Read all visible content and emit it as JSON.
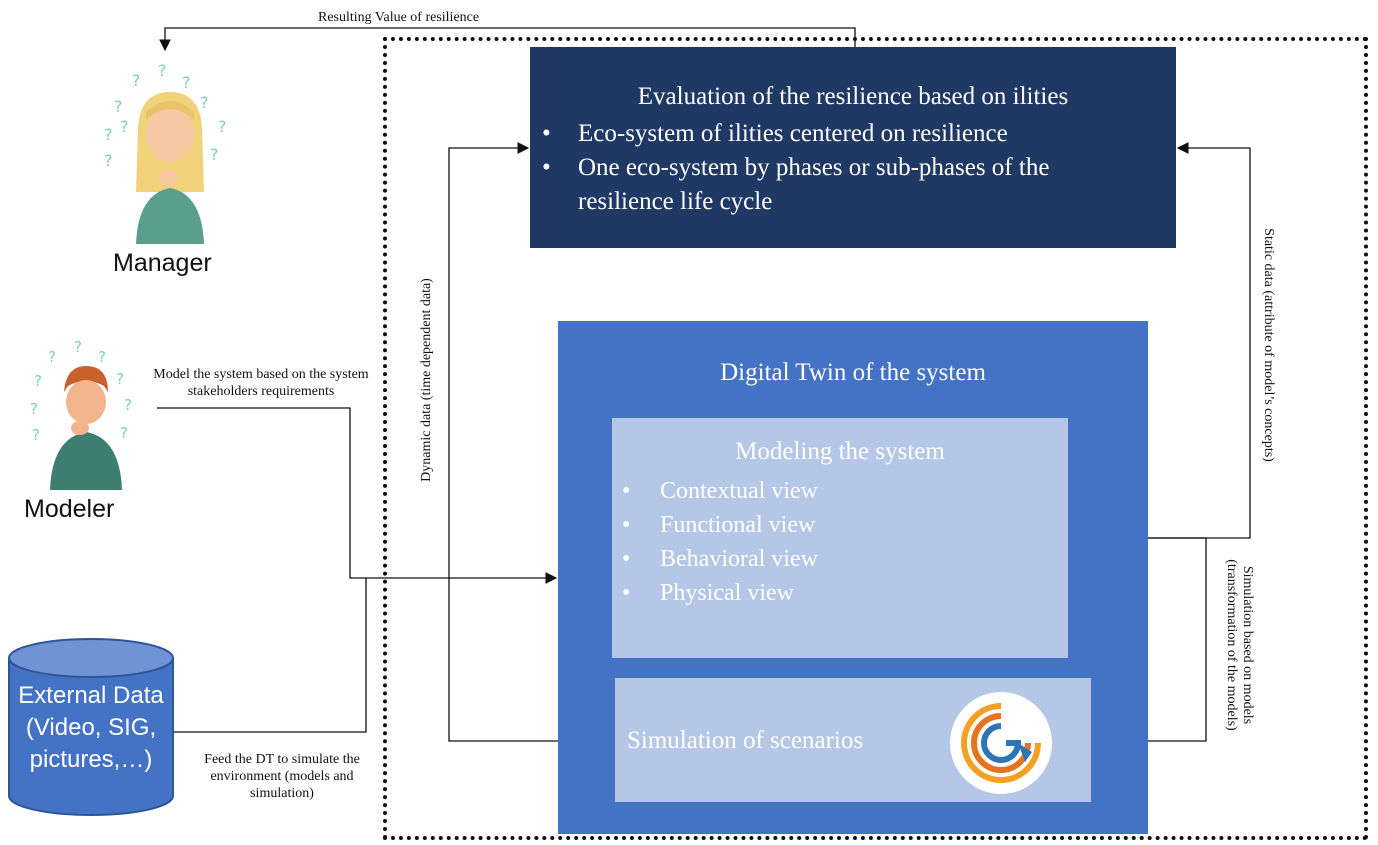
{
  "labels": {
    "resulting_value": "Resulting Value of resilience",
    "model_system": "Model the system based on  the system stakeholders requirements",
    "feed_dt": "Feed the DT to simulate the environment (models and simulation)",
    "dynamic_data": "Dynamic data (time dependent data)",
    "static_data": "Static data (attribute of model’s concepts)",
    "simulation_models": "Simulation based on models (transformation of the models)"
  },
  "evaluation": {
    "title": "Evaluation of the resilience based on ilities",
    "bullets": [
      "Eco-system of ilities centered on resilience",
      "One eco-system by phases or sub-phases of the resilience life cycle"
    ]
  },
  "digital_twin": {
    "title": "Digital Twin of the system",
    "modeling": {
      "title": "Modeling the system",
      "views": [
        "Contextual view",
        "Functional view",
        "Behavioral view",
        "Physical view"
      ]
    },
    "simulation": {
      "label": "Simulation of scenarios"
    }
  },
  "actors": {
    "manager": "Manager",
    "modeler": "Modeler"
  },
  "external_data": {
    "line1": "External Data",
    "line2": "(Video, SIG,",
    "line3": "pictures,…)"
  },
  "colors": {
    "navy": "#1f3864",
    "blue": "#4472c4",
    "light_blue": "#b4c7e7",
    "cylinder": "#4472c4",
    "logo_orange": "#f4a024",
    "logo_blue": "#2e75b6"
  }
}
